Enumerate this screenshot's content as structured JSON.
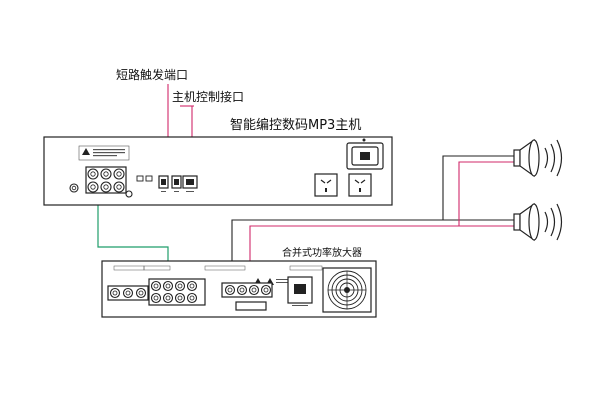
{
  "labels": {
    "short_circuit_port": "短路触发端口",
    "host_control_port": "主机控制接口",
    "main_unit_title": "智能编控数码MP3主机",
    "amplifier_title": "合并式功率放大器"
  },
  "colors": {
    "outline": "#222222",
    "wire_red": "#d0286a",
    "wire_green": "#1e9e6a",
    "wire_black": "#222222",
    "background": "#ffffff"
  },
  "icons": {
    "speaker": "speaker-icon",
    "warning": "warning-triangle-icon",
    "fan": "fan-grille-icon",
    "power_socket": "power-socket-icon"
  }
}
